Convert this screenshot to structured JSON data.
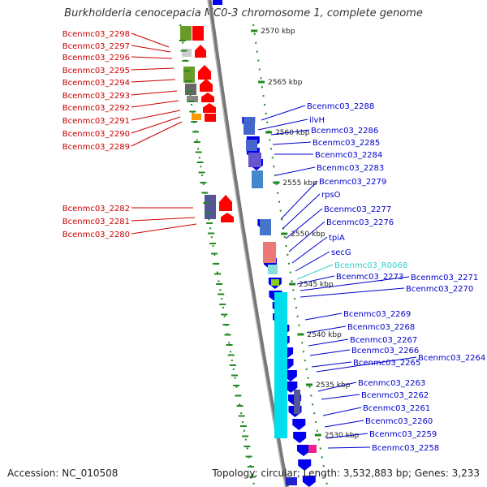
{
  "title": "Burkholderia cenocepacia MC0-3 chromosome 1, complete genome",
  "accession": "Accession: NC_010508",
  "topology": "Topology: circular; Length: 3,532,883 bp; Genes: 3,233",
  "colors": {
    "left_label": "#cc0000",
    "right_label": "#0000cc",
    "rna_label": "#33cccc",
    "backbone": "#888888",
    "tick": "#228822",
    "forward_gene": "#ff0000",
    "reverse_gene": "#0000ee"
  },
  "kbp_ticks": [
    {
      "label": "2570 kbp"
    },
    {
      "label": "2565 kbp"
    },
    {
      "label": "2560 kbp"
    },
    {
      "label": "2555 kbp"
    },
    {
      "label": "2550 kbp"
    },
    {
      "label": "2545 kbp"
    },
    {
      "label": "2540 kbp"
    },
    {
      "label": "2535 kbp"
    },
    {
      "label": "2530 kbp"
    }
  ],
  "left_genes": [
    {
      "label": "Bcenmc03_2298"
    },
    {
      "label": "Bcenmc03_2297"
    },
    {
      "label": "Bcenmc03_2296"
    },
    {
      "label": "Bcenmc03_2295"
    },
    {
      "label": "Bcenmc03_2294"
    },
    {
      "label": "Bcenmc03_2293"
    },
    {
      "label": "Bcenmc03_2292"
    },
    {
      "label": "Bcenmc03_2291"
    },
    {
      "label": "Bcenmc03_2290"
    },
    {
      "label": "Bcenmc03_2289"
    },
    {
      "label": "Bcenmc03_2282"
    },
    {
      "label": "Bcenmc03_2281"
    },
    {
      "label": "Bcenmc03_2280"
    }
  ],
  "right_genes": [
    {
      "label": "Bcenmc03_2288"
    },
    {
      "label": "ilvH"
    },
    {
      "label": "Bcenmc03_2286"
    },
    {
      "label": "Bcenmc03_2285"
    },
    {
      "label": "Bcenmc03_2284"
    },
    {
      "label": "Bcenmc03_2283"
    },
    {
      "label": "Bcenmc03_2279"
    },
    {
      "label": "rpsO"
    },
    {
      "label": "Bcenmc03_2277"
    },
    {
      "label": "Bcenmc03_2276"
    },
    {
      "label": "tpiA"
    },
    {
      "label": "secG"
    },
    {
      "label": "Bcenmc03_R0068",
      "rna": true
    },
    {
      "label": "Bcenmc03_2273"
    },
    {
      "label": "Bcenmc03_2271"
    },
    {
      "label": "Bcenmc03_2270"
    },
    {
      "label": "Bcenmc03_2269"
    },
    {
      "label": "Bcenmc03_2268"
    },
    {
      "label": "Bcenmc03_2267"
    },
    {
      "label": "Bcenmc03_2266"
    },
    {
      "label": "Bcenmc03_2265"
    },
    {
      "label": "Bcenmc03_2264"
    },
    {
      "label": "Bcenmc03_2263"
    },
    {
      "label": "Bcenmc03_2262"
    },
    {
      "label": "Bcenmc03_2261"
    },
    {
      "label": "Bcenmc03_2260"
    },
    {
      "label": "Bcenmc03_2259"
    },
    {
      "label": "Bcenmc03_2258"
    }
  ]
}
